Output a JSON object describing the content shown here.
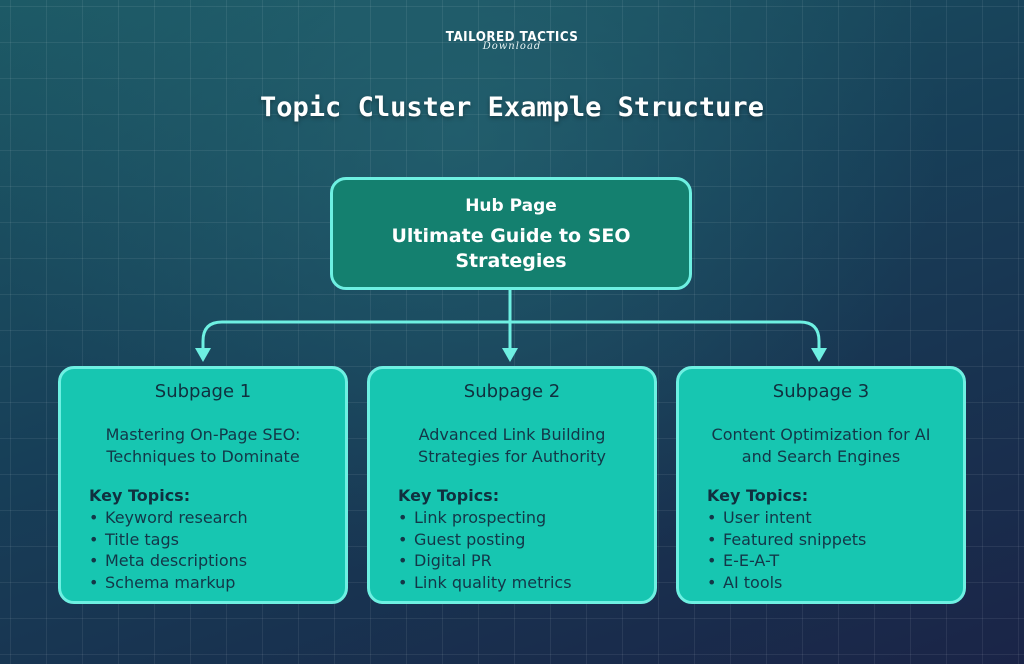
{
  "brand": {
    "name": "TAILORED TACTICS",
    "tagline": "Download"
  },
  "title": "Topic Cluster Example Structure",
  "hub": {
    "label": "Hub Page",
    "title": "Ultimate Guide to SEO Strategies"
  },
  "colors": {
    "hub_fill": "#14806f",
    "card_fill": "#17c6b1",
    "border": "#6ef0e2",
    "connector": "#6ef0e2"
  },
  "subpages": [
    {
      "label": "Subpage 1",
      "title": "Mastering On-Page SEO: Techniques to Dominate",
      "topics_heading": "Key Topics:",
      "topics": [
        "Keyword research",
        "Title tags",
        "Meta descriptions",
        "Schema markup"
      ]
    },
    {
      "label": "Subpage 2",
      "title": "Advanced Link Building Strategies for Authority",
      "topics_heading": "Key Topics:",
      "topics": [
        "Link prospecting",
        "Guest posting",
        "Digital PR",
        "Link quality metrics"
      ]
    },
    {
      "label": "Subpage 3",
      "title": "Content Optimization for AI and Search Engines",
      "topics_heading": "Key Topics:",
      "topics": [
        "User intent",
        "Featured snippets",
        "E-E-A-T",
        "AI tools"
      ]
    }
  ]
}
